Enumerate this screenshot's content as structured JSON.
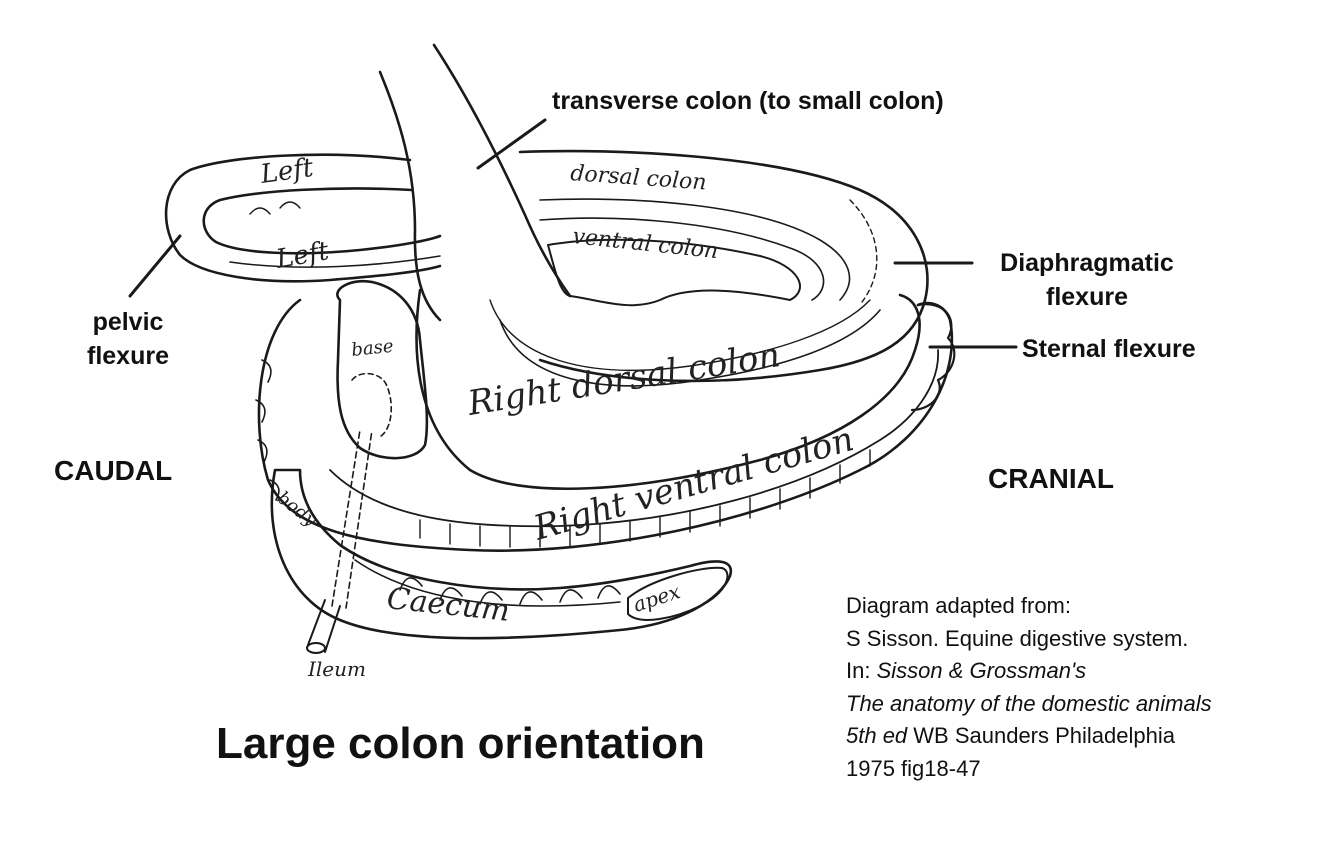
{
  "labels": {
    "transverse": "transverse colon (to small colon)",
    "diaphragmatic_1": "Diaphragmatic",
    "diaphragmatic_2": "flexure",
    "sternal": "Sternal flexure",
    "pelvic_1": "pelvic",
    "pelvic_2": "flexure",
    "caudal": "CAUDAL",
    "cranial": "CRANIAL"
  },
  "drawing_labels": {
    "left_dorsal": "Left",
    "left_ventral": "Left",
    "dorsal_colon": "dorsal colon",
    "ventral_colon": "ventral colon",
    "right_dorsal": "Right dorsal colon",
    "right_ventral": "Right ventral colon",
    "base": "base",
    "body": "body",
    "caecum": "Caecum",
    "apex": "apex",
    "ileum": "Ileum"
  },
  "title": "Large colon orientation",
  "credit": {
    "line1": "Diagram adapted from:",
    "line2": "S Sisson. Equine digestive system.",
    "line3_prefix": "In: ",
    "line3_italic": "Sisson & Grossman's",
    "line4_italic": "The anatomy of the domestic animals",
    "line5_italic": "5th ed",
    "line5_rest": " WB Saunders Philadelphia",
    "line6": "1975 fig18-47"
  }
}
